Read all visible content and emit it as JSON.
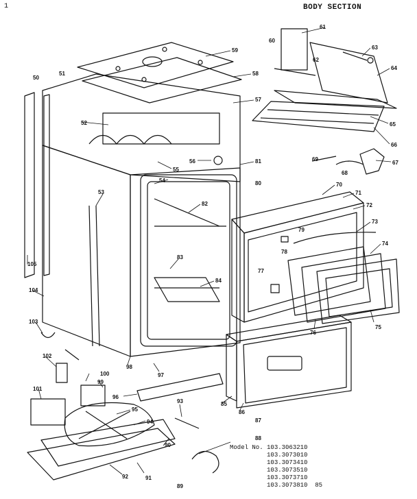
{
  "corner_mark": "1",
  "title": "BODY SECTION",
  "model_header": "Model No.",
  "models": [
    "103.3063210",
    "103.3073010",
    "103.3073410",
    "103.3073510",
    "103.3073710",
    "103.3073810"
  ],
  "model_suffix": "85",
  "callouts": [
    "50",
    "51",
    "52",
    "53",
    "54",
    "55",
    "56",
    "57",
    "58",
    "59",
    "60",
    "61",
    "62",
    "63",
    "64",
    "65",
    "66",
    "67",
    "68",
    "69",
    "70",
    "71",
    "72",
    "73",
    "74",
    "75",
    "76",
    "77",
    "78",
    "79",
    "80",
    "81",
    "82",
    "83",
    "84",
    "85",
    "86",
    "87",
    "88",
    "89",
    "90",
    "91",
    "92",
    "93",
    "94",
    "95",
    "96",
    "97",
    "98",
    "99",
    "100",
    "101",
    "102",
    "103",
    "104",
    "105"
  ]
}
